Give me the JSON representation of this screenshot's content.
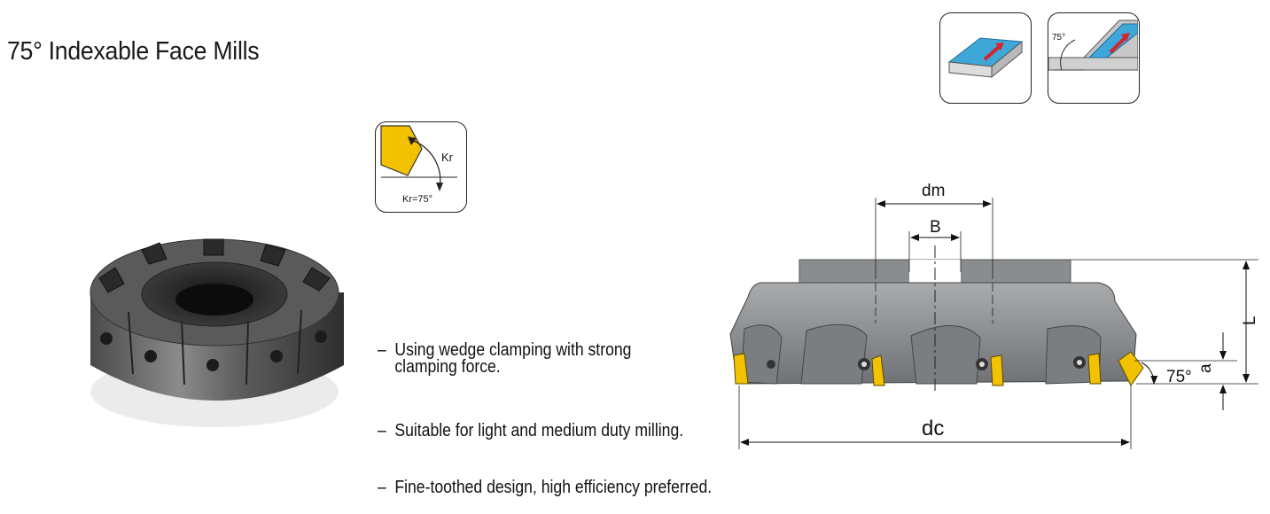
{
  "title": "75° Indexable Face Mills",
  "features": [
    {
      "lines": [
        "Using wedge clamping with strong",
        "clamping force."
      ]
    },
    {
      "lines": [
        "Suitable for light and medium duty milling."
      ]
    },
    {
      "lines": [
        "Fine-toothed design, high efficiency preferred."
      ]
    }
  ],
  "kr_icon": {
    "kr_label": "Kr",
    "kr_value": "Kr=75°"
  },
  "operation_icons": {
    "angle_label": "75°"
  },
  "drawing": {
    "dm": "dm",
    "B": "B",
    "L": "L",
    "a": "a",
    "dc": "dc",
    "angle": "75°"
  },
  "colors": {
    "insert": "#f2c200",
    "surface_blue": "#3fa6d8",
    "arrow_red": "#d6242a",
    "body_grey": "#8a8d90"
  }
}
